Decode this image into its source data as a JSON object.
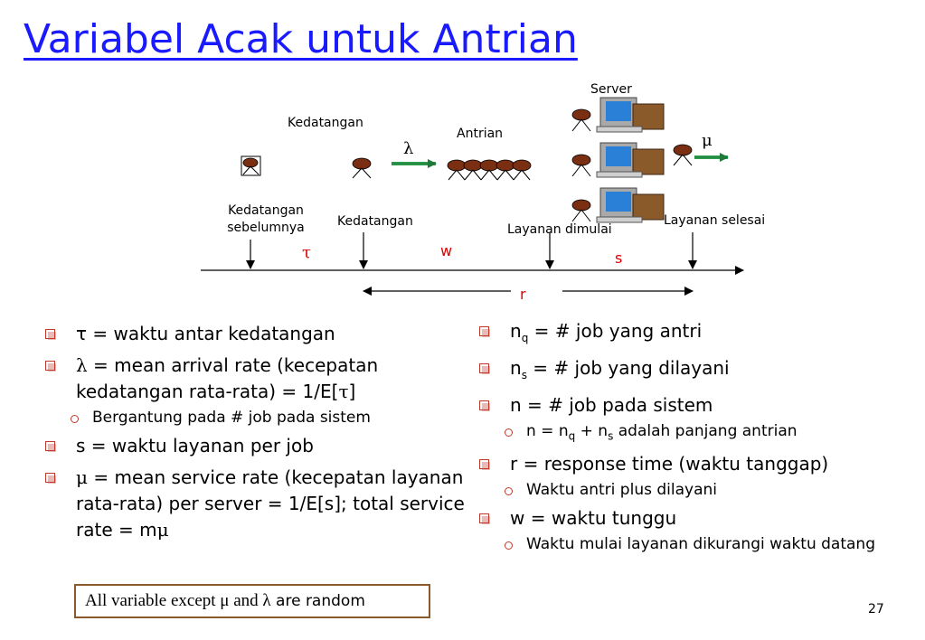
{
  "title": "Variabel Acak untuk Antrian",
  "diagram": {
    "label_kedatangan_top": "Kedatangan",
    "label_antrian": "Antrian",
    "label_server": "Server",
    "label_lambda": "λ",
    "label_mu": "μ",
    "label_kedatangan_sebelumnya_1": "Kedatangan",
    "label_kedatangan_sebelumnya_2": "sebelumnya",
    "label_kedatangan_bottom": "Kedatangan",
    "label_layanan_dimulai": "Layanan dimulai",
    "label_layanan_selesai": "Layanan selesai",
    "label_tau": "τ",
    "label_w": "w",
    "label_s": "s",
    "label_r": "r"
  },
  "left_list": {
    "item1": "τ = waktu antar kedatangan",
    "item2_a": "λ",
    "item2_b": " = mean arrival rate (kecepatan kedatangan rata-rata) = 1/E[",
    "item2_c": "τ",
    "item2_d": "]",
    "item2_sub": "Bergantung pada # job pada sistem",
    "item3": "s = waktu layanan per job",
    "item4_a": "μ",
    "item4_b": " = mean service rate (kecepatan layanan rata-rata) per server = 1/E[s]; total service rate = m",
    "item4_c": "μ"
  },
  "right_list": {
    "item1_a": "n",
    "item1_sub": "q",
    "item1_b": " = # job yang antri",
    "item2_a": "n",
    "item2_sub": "s",
    "item2_b": " = # job yang dilayani",
    "item3": "n = # job pada sistem",
    "item3_sub_a": "n = n",
    "item3_sub_q": "q",
    "item3_sub_b": " + n",
    "item3_sub_s": "s",
    "item3_sub_c": " adalah panjang antrian",
    "item4": "r = response time (waktu tanggap)",
    "item4_sub": "Waktu antri plus dilayani",
    "item5": "w = waktu tunggu",
    "item5_sub": "Waktu mulai layanan dikurangi waktu datang"
  },
  "note": {
    "part1": "All variable except ",
    "mu": "μ",
    "part2": " and ",
    "lambda": "λ",
    "part3": " are random"
  },
  "page_number": "27",
  "colors": {
    "title": "#1a1aff",
    "accent_red": "#e00000",
    "bullet": "#c0392b",
    "arrow_green": "#2e9e4f"
  }
}
